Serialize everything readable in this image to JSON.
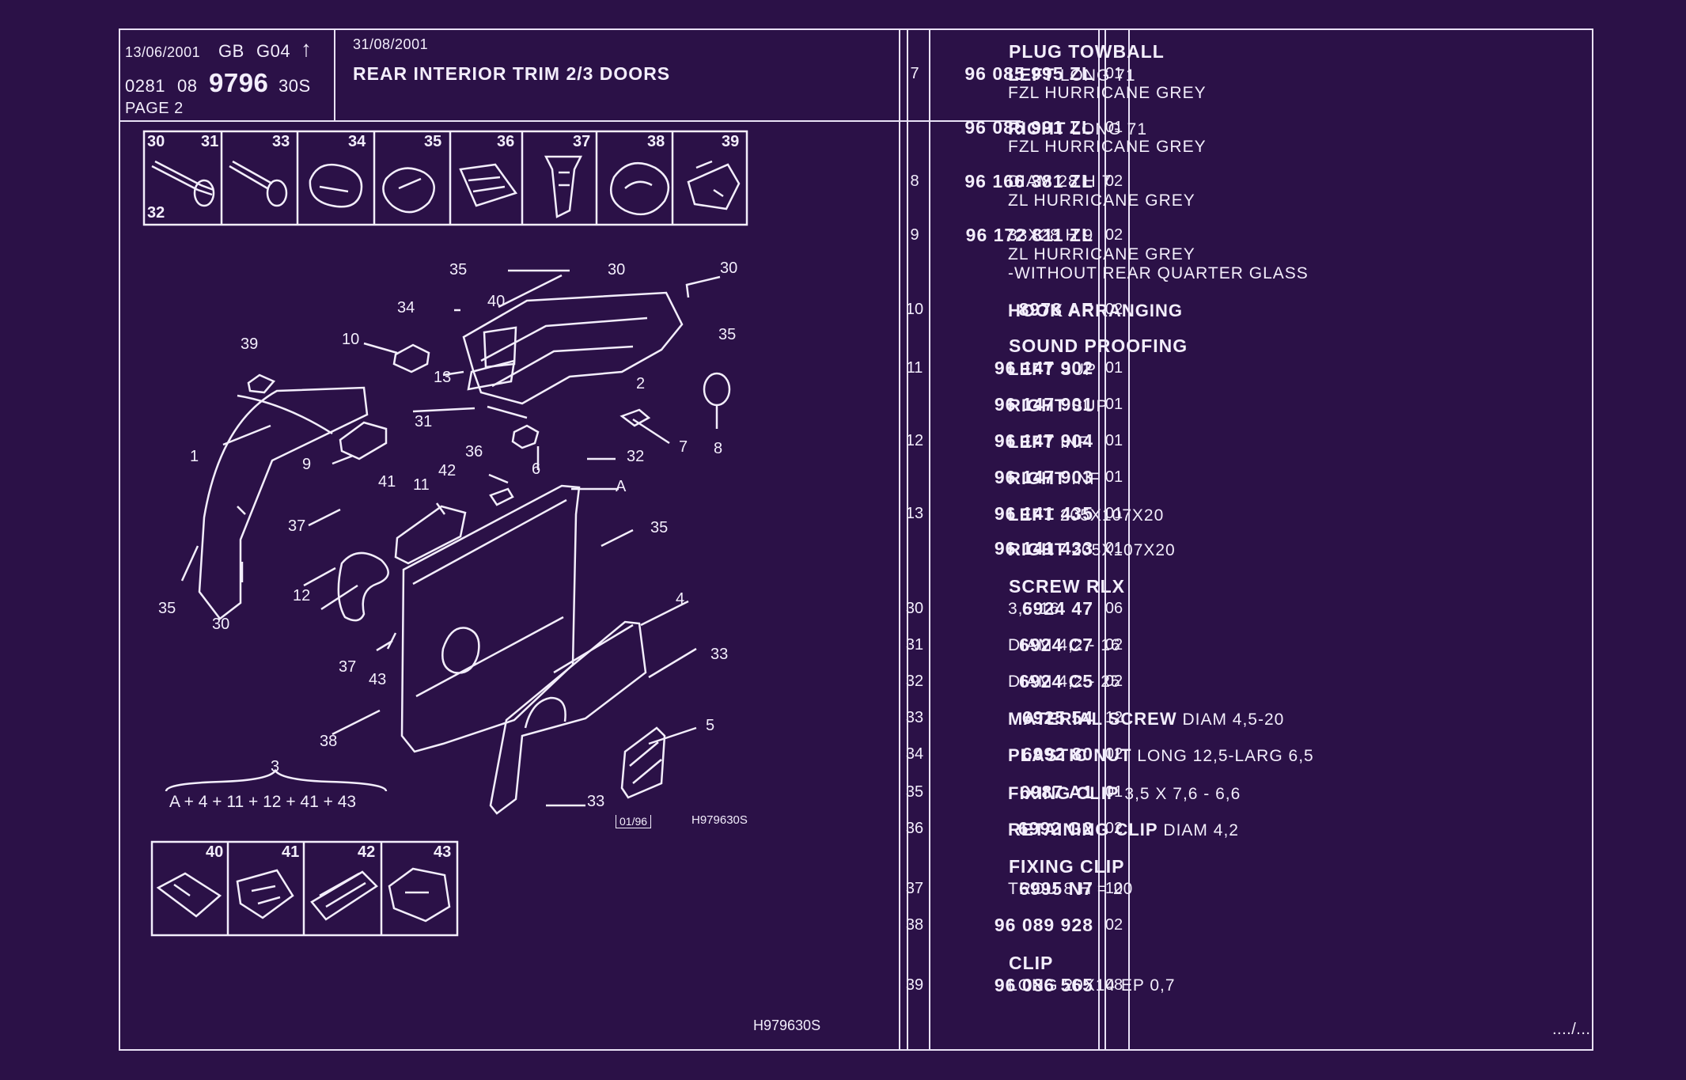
{
  "header": {
    "date_left": "13/06/2001",
    "lang": "GB",
    "group": "G04",
    "arrow": "↑",
    "code_a": "0281",
    "code_b": "08",
    "model": "9796",
    "code_c": "30S",
    "page": "PAGE  2",
    "date_right": "31/08/2001",
    "title": "REAR INTERIOR TRIM 2/3 DOORS"
  },
  "diagram": {
    "top_strip": [
      "30",
      "31",
      "33",
      "34",
      "35",
      "36",
      "37",
      "38",
      "39"
    ],
    "top_strip_sub": "32",
    "bottom_strip": [
      "40",
      "41",
      "42",
      "43"
    ],
    "labels": {
      "l35a": "35",
      "l30a": "30",
      "l30b": "30",
      "l34": "34",
      "l40": "40",
      "l35b": "35",
      "l39": "39",
      "l10": "10",
      "l13": "13",
      "l2": "2",
      "l8": "8",
      "l31": "31",
      "l9": "9",
      "l36": "36",
      "l6": "6",
      "l32": "32",
      "l7": "7",
      "l1": "1",
      "l42": "42",
      "l41": "41",
      "l11": "11",
      "lA": "A",
      "l37a": "37",
      "l35c": "35",
      "l35d": "35",
      "l30c": "30",
      "l12": "12",
      "l4": "4",
      "l37b": "37",
      "l43": "43",
      "l33a": "33",
      "l38": "38",
      "l5": "5",
      "l3": "3",
      "l33b": "33"
    },
    "formula": "A + 4 + 11 + 12 + 41 + 43",
    "version": "01/96",
    "ref": "H979630S",
    "footer_ref": "H979630S"
  },
  "rows": [
    {
      "heading": "PLUG TOWBALL"
    },
    {
      "item": "7",
      "ref": "96 085 995 ZL",
      "qty": "01",
      "bold": "LEFT",
      "rest": " LONG 71",
      "extra": [
        "FZL HURRICANE GREY"
      ]
    },
    {
      "item": "",
      "ref": "96 085 991 ZL",
      "qty": "01",
      "bold": "RIGHT",
      "rest": " LONG 71",
      "extra": [
        "FZL HURRICANE GREY"
      ]
    },
    {
      "item": "8",
      "ref": "96 166 381 ZL",
      "qty": "02",
      "bold": "",
      "rest": "DIAM 28 H 7",
      "extra": [
        "ZL HURRICANE GREY"
      ]
    },
    {
      "item": "9",
      "ref": "96 172 811 ZL",
      "qty": "02",
      "bold": "",
      "rest": "33X28 H 9",
      "extra": [
        "ZL HURRICANE GREY",
        "-WITHOUT REAR QUARTER GLASS"
      ]
    },
    {
      "item": "10",
      "ref": "8978 AF",
      "qty": "02",
      "bold": "HOOK ARRANGING",
      "rest": "",
      "extra": []
    },
    {
      "heading": "SOUND PROOFING"
    },
    {
      "item": "11",
      "ref": "96 147 902",
      "qty": "01",
      "bold": "LEFT",
      "rest": " SUP",
      "extra": []
    },
    {
      "item": "",
      "ref": "96 147 901",
      "qty": "01",
      "bold": "RIGHT",
      "rest": " SUP",
      "extra": []
    },
    {
      "item": "12",
      "ref": "96 147 904",
      "qty": "01",
      "bold": "LEFT",
      "rest": " INF",
      "extra": []
    },
    {
      "item": "",
      "ref": "96 147 903",
      "qty": "01",
      "bold": "RIGHT",
      "rest": " INF",
      "extra": []
    },
    {
      "item": "13",
      "ref": "96 141 435",
      "qty": "01",
      "bold": "LEFT",
      "rest": " 205X107X20",
      "extra": []
    },
    {
      "item": "",
      "ref": "96 141 433",
      "qty": "01",
      "bold": "RIGHT",
      "rest": " 205X107X20",
      "extra": []
    },
    {
      "heading": "SCREW RLX"
    },
    {
      "item": "30",
      "ref": "6924 47",
      "qty": "06",
      "bold": "",
      "rest": "3,5-16",
      "extra": []
    },
    {
      "item": "31",
      "ref": "6924 C7",
      "qty": "02",
      "bold": "",
      "rest": "DIAM 4,2 - 16",
      "extra": []
    },
    {
      "item": "32",
      "ref": "6924 C5",
      "qty": "02",
      "bold": "",
      "rest": "DIAM 4,2 - 25",
      "extra": []
    },
    {
      "item": "33",
      "ref": "6925 54",
      "qty": "12",
      "bold": "MATERIAL SCREW",
      "rest": " DIAM 4,5-20",
      "extra": []
    },
    {
      "item": "34",
      "ref": "6992 80",
      "qty": "02",
      "bold": "PLASTIC NUT",
      "rest": " LONG 12,5-LARG 6,5",
      "extra": []
    },
    {
      "item": "35",
      "ref": "6987 A1",
      "qty": "01",
      "bold": "FIXING CLIP",
      "rest": " 3,5 X 7,6 - 6,6",
      "extra": []
    },
    {
      "item": "36",
      "ref": "6992 G2",
      "qty": "02",
      "bold": "RETAINING CLIP",
      "rest": " DIAM 4,2",
      "extra": []
    },
    {
      "heading": "FIXING CLIP"
    },
    {
      "item": "37",
      "ref": "6995 N7",
      "qty": "10",
      "bold": "",
      "rest": "TROU 8 H = 20",
      "extra": []
    },
    {
      "item": "38",
      "ref": "96 089 928",
      "qty": "02",
      "bold": "",
      "rest": "",
      "extra": []
    },
    {
      "heading": "CLIP"
    },
    {
      "item": "39",
      "ref": "96 086 565",
      "qty": "08",
      "bold": "",
      "rest": "LONG 20X14 EP 0,7",
      "extra": []
    }
  ],
  "continuation": "..../...",
  "colors": {
    "background": "#2b1147",
    "ink": "#f3eefc"
  }
}
